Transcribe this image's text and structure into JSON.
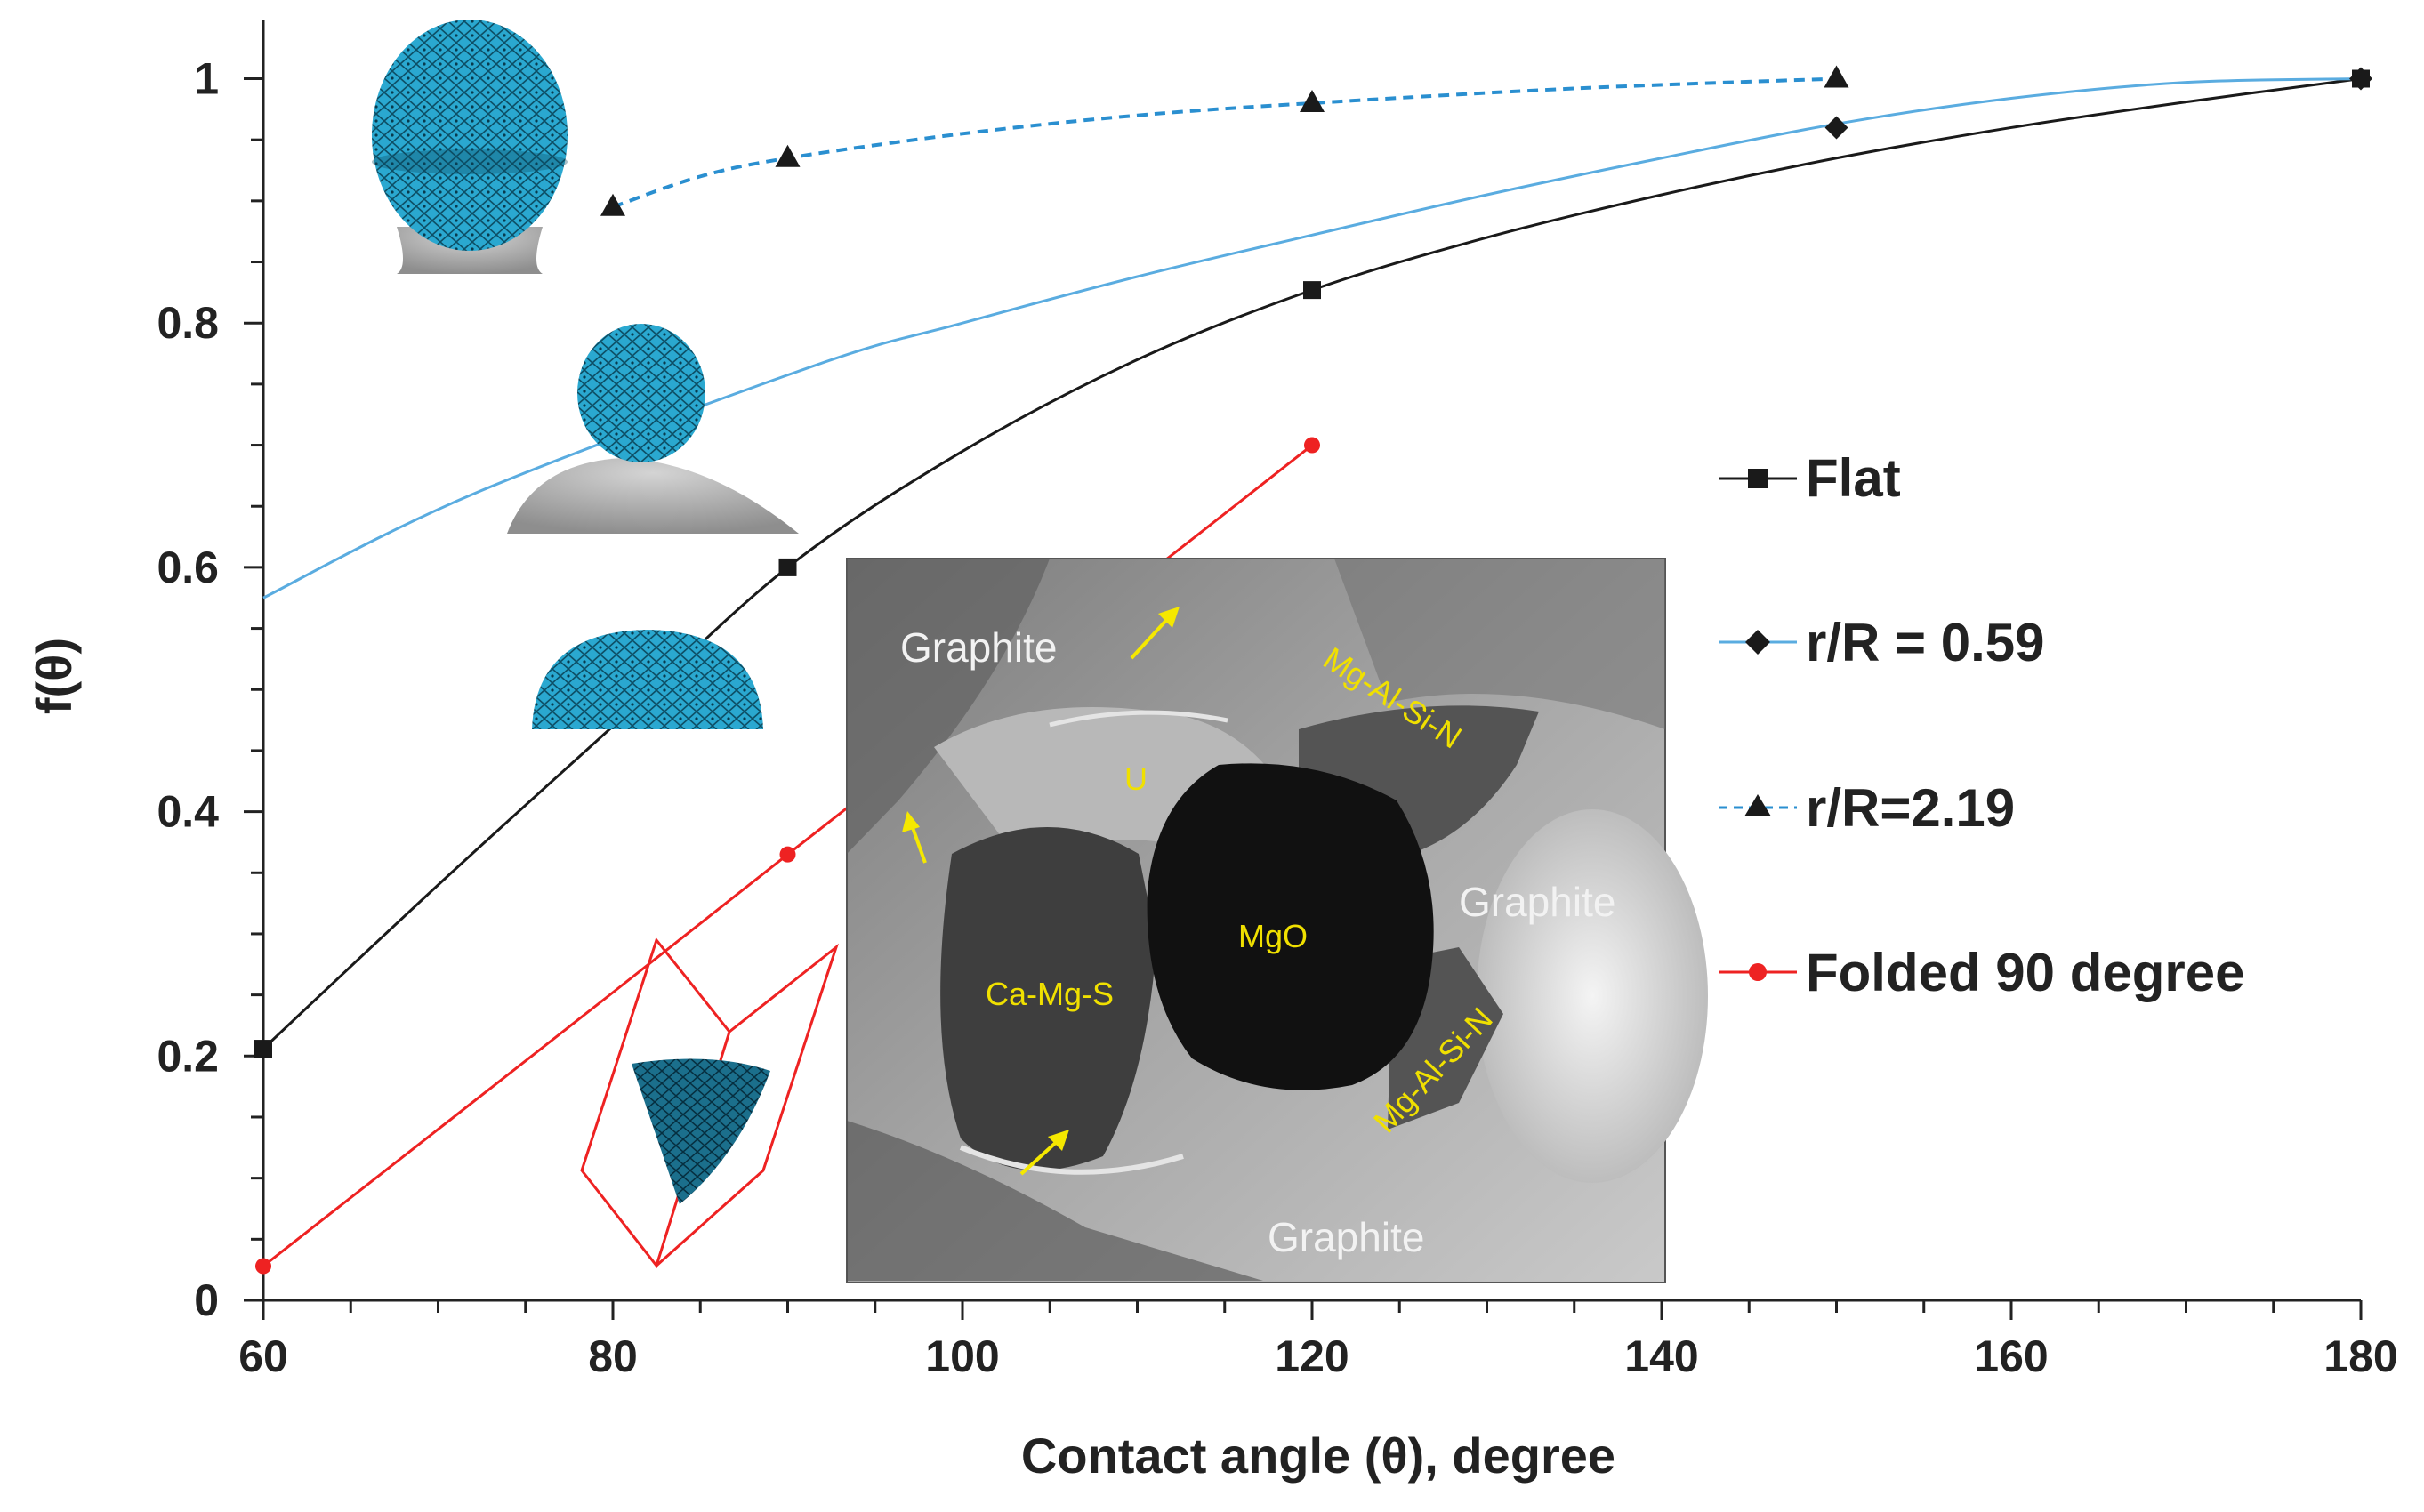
{
  "chart_data": {
    "type": "line",
    "xlabel": "Contact angle (θ), degree",
    "ylabel": "f(θ)",
    "xlim": [
      60,
      180
    ],
    "ylim": [
      0,
      1.0
    ],
    "xticks": [
      60,
      80,
      100,
      120,
      140,
      160,
      180
    ],
    "yticks": [
      0,
      0.2,
      0.4,
      0.6,
      0.8,
      1
    ],
    "ytick_labels": [
      "0",
      "0.2",
      "0.4",
      "0.6",
      "0.8",
      "1"
    ],
    "grid": false,
    "legend_position": "right",
    "series": [
      {
        "name": "Flat",
        "color": "#1a1a1a",
        "marker": "square",
        "dash": "solid",
        "points": [
          [
            60,
            0.206
          ],
          [
            90,
            0.6
          ],
          [
            120,
            0.827
          ],
          [
            180,
            1.0
          ]
        ],
        "curve": [
          [
            60,
            0.206
          ],
          [
            70,
            0.34
          ],
          [
            80,
            0.47
          ],
          [
            90,
            0.6
          ],
          [
            100,
            0.695
          ],
          [
            110,
            0.77
          ],
          [
            120,
            0.827
          ],
          [
            130,
            0.87
          ],
          [
            140,
            0.905
          ],
          [
            150,
            0.935
          ],
          [
            160,
            0.96
          ],
          [
            170,
            0.981
          ],
          [
            180,
            1.0
          ]
        ]
      },
      {
        "name": "r/R = 0.59",
        "color": "#5aace0",
        "marker": "diamond",
        "dash": "solid",
        "points": [
          [
            150,
            0.96
          ],
          [
            180,
            1.0
          ]
        ],
        "curve": [
          [
            60,
            0.575
          ],
          [
            72,
            0.66
          ],
          [
            91.5,
            0.765
          ],
          [
            100,
            0.8
          ],
          [
            110,
            0.838
          ],
          [
            120,
            0.872
          ],
          [
            130,
            0.905
          ],
          [
            140,
            0.935
          ],
          [
            150,
            0.963
          ],
          [
            160,
            0.984
          ],
          [
            170,
            0.997
          ],
          [
            180,
            1.0
          ]
        ]
      },
      {
        "name": "r/R=2.19",
        "color": "#2a8fd0",
        "marker": "triangle",
        "dash": "dashed",
        "points": [
          [
            80,
            0.895
          ],
          [
            90,
            0.935
          ],
          [
            120,
            0.98
          ],
          [
            150,
            1.0
          ]
        ],
        "curve": [
          [
            80,
            0.895
          ],
          [
            85,
            0.92
          ],
          [
            90,
            0.935
          ],
          [
            100,
            0.955
          ],
          [
            110,
            0.97
          ],
          [
            120,
            0.98
          ],
          [
            135,
            0.992
          ],
          [
            150,
            1.0
          ]
        ]
      },
      {
        "name": "Folded 90 degree",
        "color": "#ee2222",
        "marker": "circle",
        "dash": "solid",
        "points": [
          [
            60,
            0.028
          ],
          [
            90,
            0.365
          ],
          [
            120,
            0.7
          ]
        ],
        "curve": [
          [
            60,
            0.028
          ],
          [
            70,
            0.14
          ],
          [
            80,
            0.252
          ],
          [
            90,
            0.365
          ],
          [
            100,
            0.477
          ],
          [
            110,
            0.588
          ],
          [
            120,
            0.7
          ]
        ]
      }
    ]
  },
  "micrograph": {
    "labels_white": [
      {
        "text": "Graphite",
        "key": "graphite-top-left"
      },
      {
        "text": "Graphite",
        "key": "graphite-right"
      },
      {
        "text": "Graphite",
        "key": "graphite-bottom"
      }
    ],
    "labels_yellow": [
      {
        "text": "U",
        "key": "u-phase"
      },
      {
        "text": "MgO",
        "key": "mgo-phase"
      },
      {
        "text": "Ca-Mg-S",
        "key": "ca-mg-s-phase"
      },
      {
        "text": "Mg-Al-Si-N",
        "key": "mg-al-si-n-top"
      },
      {
        "text": "Mg-Al-Si-N",
        "key": "mg-al-si-n-bottom"
      }
    ]
  },
  "colors": {
    "nucleus_mesh": "#2aa8d0",
    "substrate": "#b4b4b4",
    "folded_outline": "#ee2222",
    "arrow": "#f5e800"
  }
}
